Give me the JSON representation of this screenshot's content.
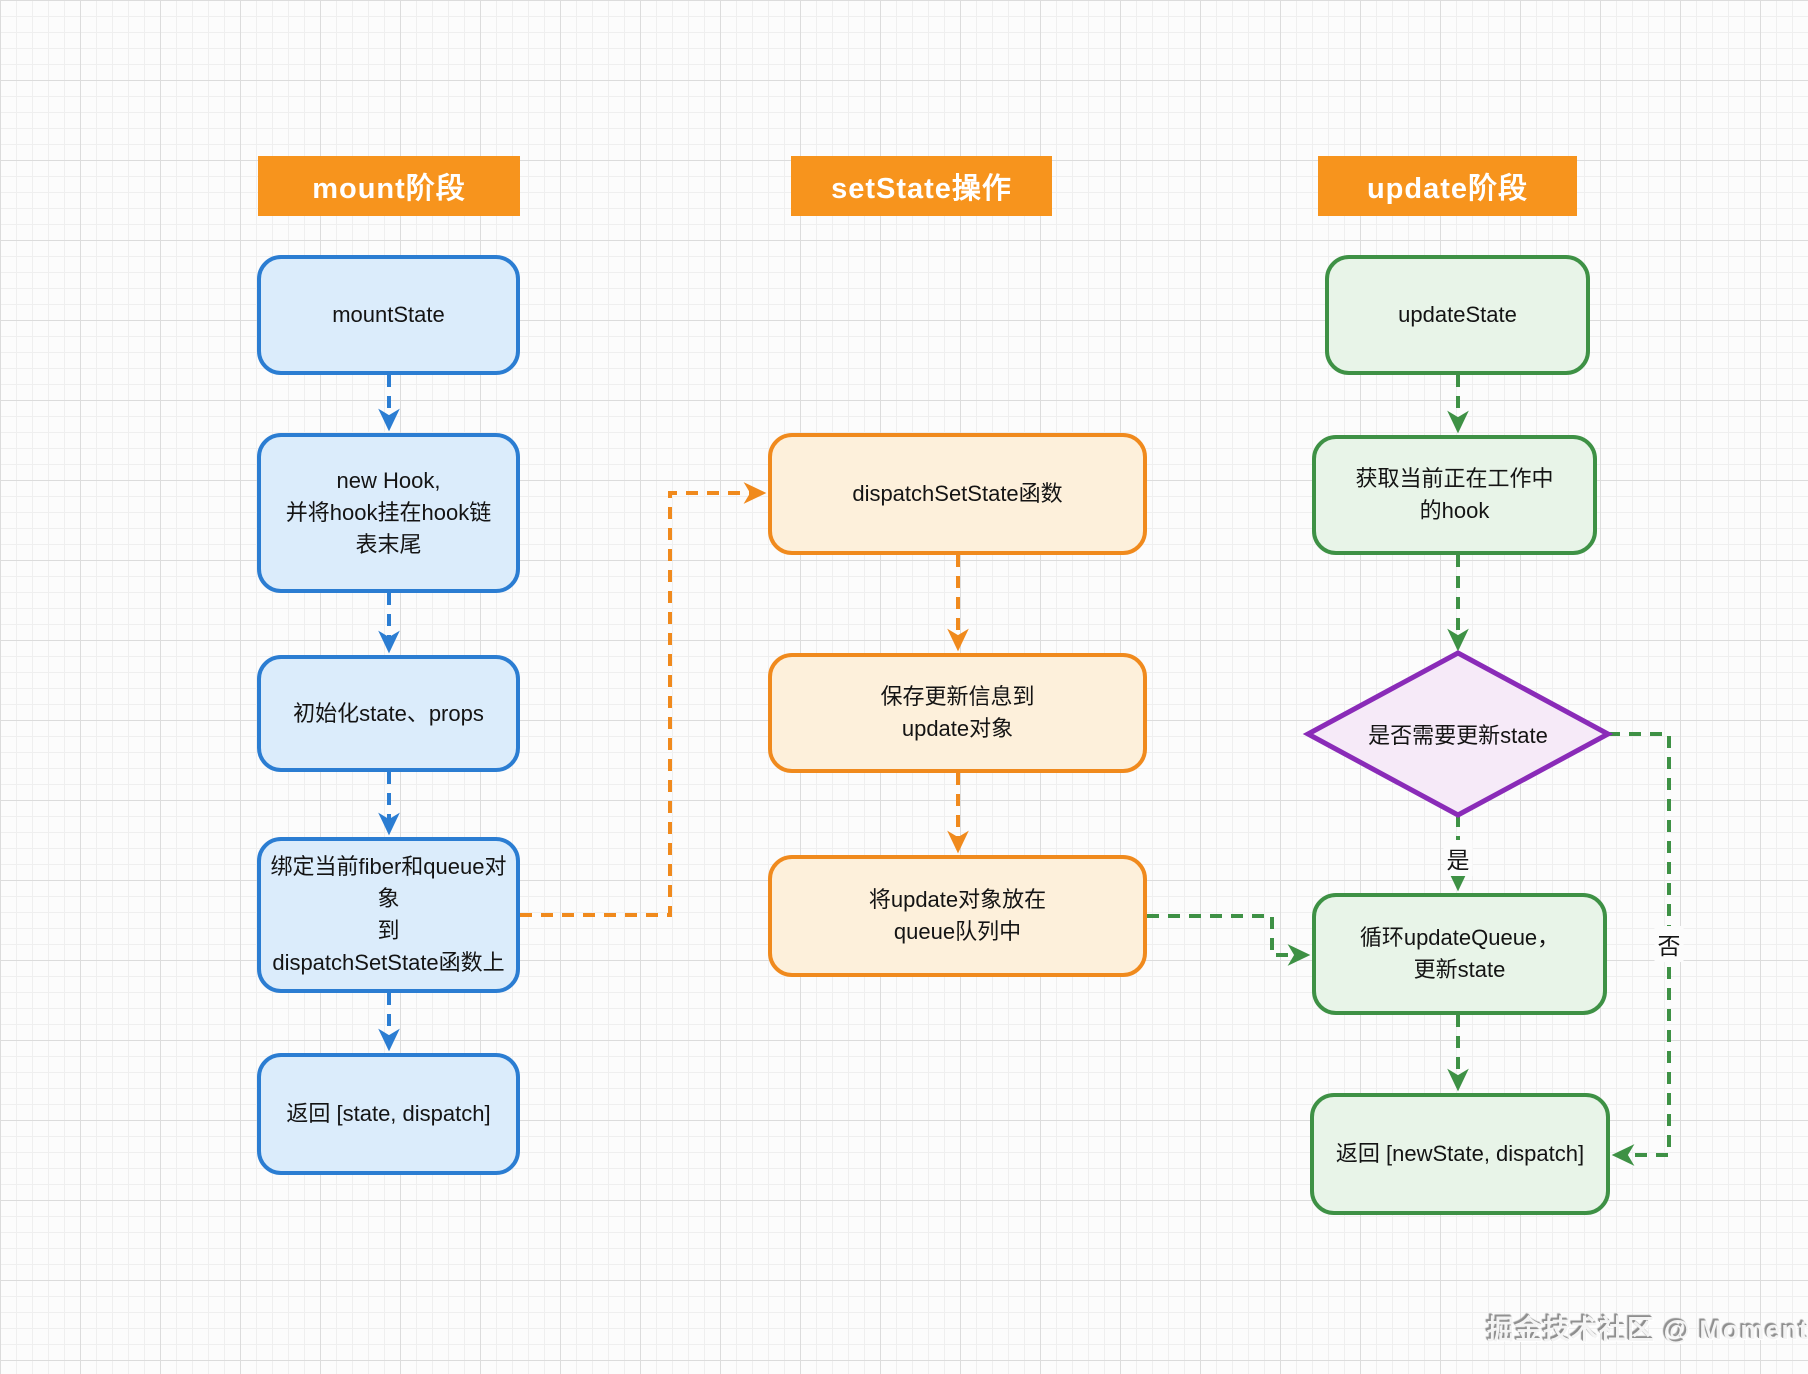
{
  "colors": {
    "header_bg": "#F7941D",
    "header_text": "#FFFFFF",
    "blue_border": "#2B7DD2",
    "blue_fill": "#DBECFB",
    "orange_border": "#F08A1D",
    "orange_fill": "#FDF0DB",
    "green_border": "#3E9145",
    "green_fill": "#E8F4E8",
    "purple_border": "#8A2BB8",
    "purple_fill": "#F6EAF8",
    "text": "#141414"
  },
  "watermark": "掘金技术社区 @ Moment",
  "columns": {
    "mount": {
      "header": "mount阶段",
      "boxes": [
        {
          "text": "mountState"
        },
        {
          "text": "new Hook,\n并将hook挂在hook链\n表末尾"
        },
        {
          "text": "初始化state、props"
        },
        {
          "text": "绑定当前fiber和queue对象\n到\ndispatchSetState函数上"
        },
        {
          "text": "返回 [state, dispatch]"
        }
      ]
    },
    "setstate": {
      "header": "setState操作",
      "boxes": [
        {
          "text": "dispatchSetState函数"
        },
        {
          "text": "保存更新信息到\nupdate对象"
        },
        {
          "text": "将update对象放在\nqueue队列中"
        }
      ]
    },
    "update": {
      "header": "update阶段",
      "boxes": [
        {
          "text": "updateState"
        },
        {
          "text": "获取当前正在工作中\n的hook"
        },
        {
          "text": "循环updateQueue，\n更新state"
        },
        {
          "text": "返回 [newState, dispatch]"
        }
      ],
      "decision": {
        "text": "是否需要更新state",
        "yes_label": "是",
        "no_label": "否"
      }
    }
  }
}
